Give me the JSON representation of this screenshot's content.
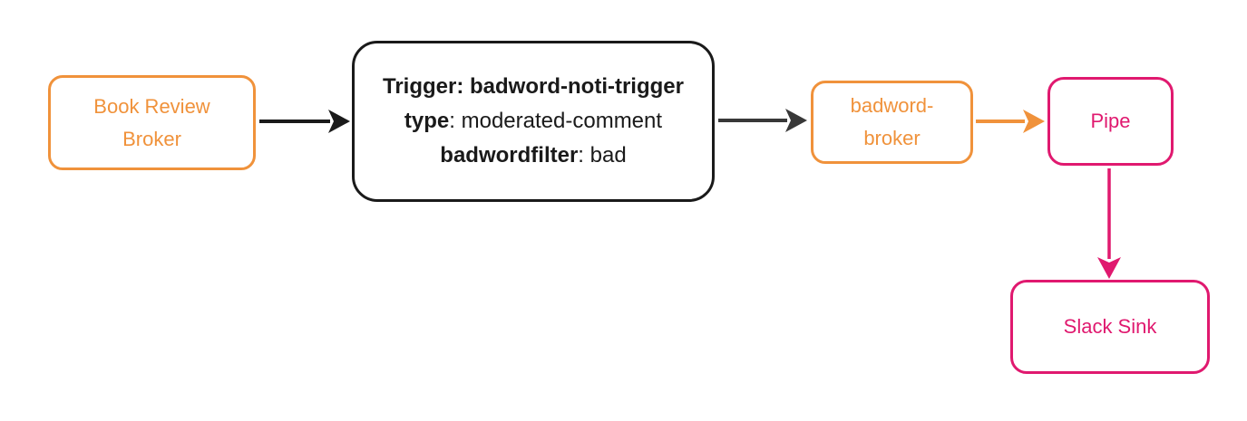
{
  "colors": {
    "orange": "#F0923B",
    "pink": "#E0196F",
    "black": "#1a1a1a",
    "dark_gray": "#383838",
    "background": "#ffffff"
  },
  "nodes": {
    "book_broker": {
      "label": "Book Review Broker"
    },
    "trigger": {
      "line1": "Trigger: badword-noti-trigger",
      "line2_key": "type",
      "line2_value": ": moderated-comment",
      "line3_key": "badwordfilter",
      "line3_value": ": bad"
    },
    "badword_broker": {
      "label": "badword-broker"
    },
    "pipe": {
      "label": "Pipe"
    },
    "slack_sink": {
      "label": "Slack Sink"
    }
  }
}
